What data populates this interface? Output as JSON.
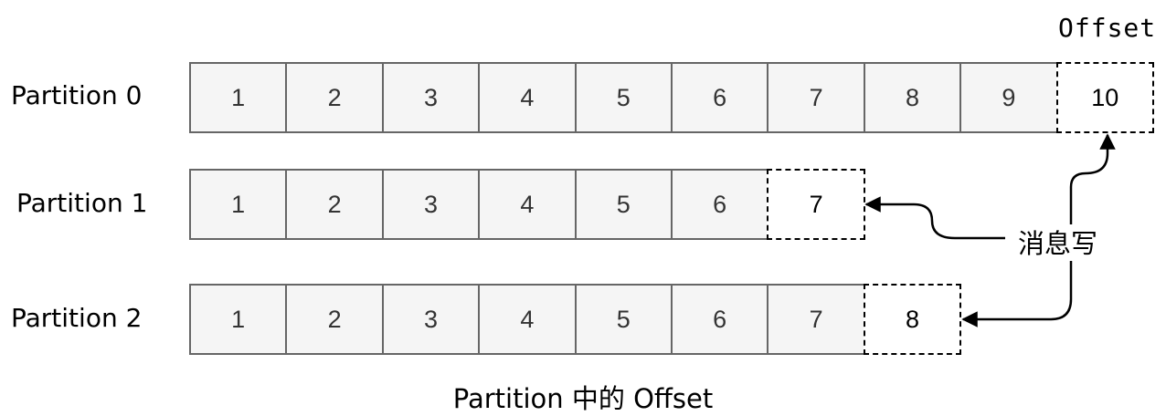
{
  "header": {
    "offset_label": "Offset"
  },
  "caption": "Partition 中的 Offset",
  "writer_label": "消息写",
  "partitions": [
    {
      "label": "Partition 0",
      "cells": [
        "1",
        "2",
        "3",
        "4",
        "5",
        "6",
        "7",
        "8",
        "9"
      ],
      "next_offset": "10"
    },
    {
      "label": "Partition 1",
      "cells": [
        "1",
        "2",
        "3",
        "4",
        "5",
        "6"
      ],
      "next_offset": "7"
    },
    {
      "label": "Partition 2",
      "cells": [
        "1",
        "2",
        "3",
        "4",
        "5",
        "6",
        "7"
      ],
      "next_offset": "8"
    }
  ],
  "colors": {
    "cell_fill": "#f5f5f5",
    "cell_border": "#666666",
    "pending_border": "#000000",
    "arrow": "#000000"
  }
}
